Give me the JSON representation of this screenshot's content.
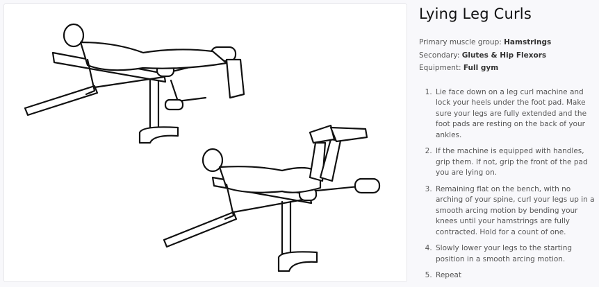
{
  "exercise": {
    "title": "Lying Leg Curls",
    "image_icon": "exercise-illustration",
    "primary_label": "Primary muscle group:",
    "primary_value": "Hamstrings",
    "secondary_label": "Secondary:",
    "secondary_value": "Glutes & Hip Flexors",
    "equipment_label": "Equipment:",
    "equipment_value": "Full gym",
    "steps": [
      "Lie face down on a leg curl machine and lock your heels under the foot pad. Make sure your legs are fully extended and the foot pads are resting on the back of your ankles.",
      "If the machine is equipped with handles, grip them. If not, grip the front of the pad you are lying on.",
      "Remaining flat on the bench, with no arching of your spine, curl your legs up in a smooth arcing motion by bending your knees until your hamstrings are fully contracted. Hold for a count of one.",
      "Slowly lower your legs to the starting position in a smooth arcing motion.",
      "Repeat"
    ]
  }
}
